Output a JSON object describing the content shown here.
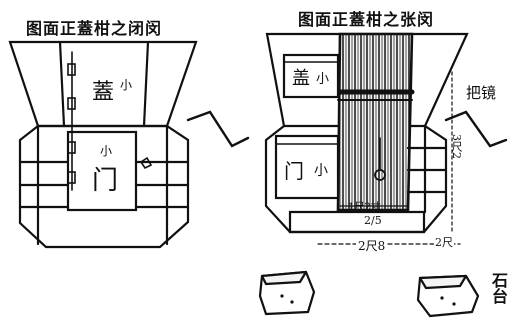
{
  "left_view": {
    "caption": "图面正蓋柑之闭闵",
    "lid_label": "蓋",
    "lid_small": "小",
    "door_small": "小",
    "door_label": "门"
  },
  "right_view": {
    "caption": "图面正蓋柑之张闵",
    "lid_label": "盖",
    "lid_small": "小",
    "door_label": "门",
    "door_small": "小",
    "handle_label": "把镜",
    "dim_height": "3尺2",
    "dim_inner": "1尺2寸",
    "dim_sub": "2/5",
    "dim_width": "2尺8",
    "dim_right": "2尺"
  },
  "stone_caption": "石台"
}
